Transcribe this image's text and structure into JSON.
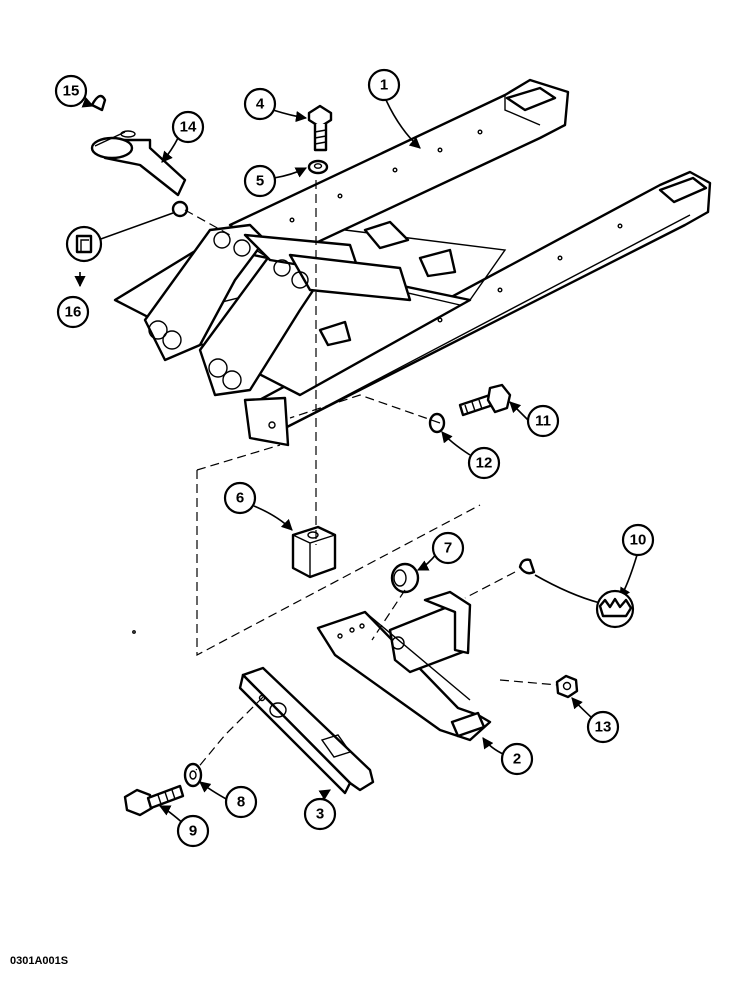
{
  "figure_code": "0301A001S",
  "callouts": [
    "1",
    "2",
    "3",
    "4",
    "5",
    "6",
    "7",
    "8",
    "9",
    "10",
    "11",
    "12",
    "13",
    "14",
    "15",
    "16"
  ],
  "colors": {
    "ink": "#000000",
    "paper": "#ffffff"
  }
}
